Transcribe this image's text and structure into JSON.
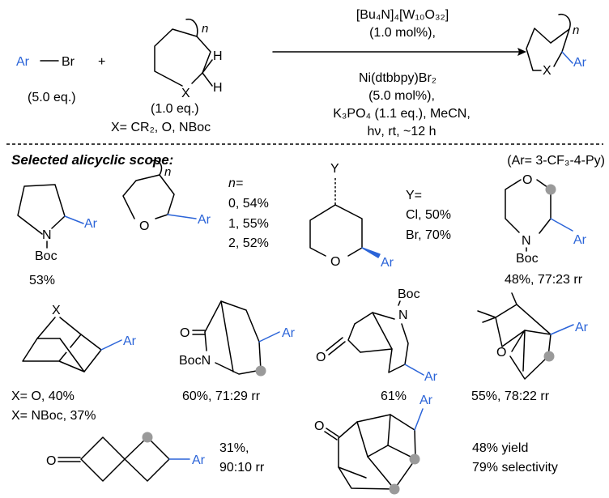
{
  "colors": {
    "ar_blue": "#2b64d8",
    "site_grey": "#9a9a9a",
    "bond": "#000000"
  },
  "header": {
    "reagent_ar": "Ar",
    "reagent_br": "Br",
    "plus": "+",
    "n_label": "n",
    "h1": "H",
    "h2": "H",
    "x_label": "X",
    "eq_arbr": "(5.0 eq.)",
    "eq_sub": "(1.0 eq.)",
    "x_def": "X= CR₂, O, NBoc",
    "catalyst1": "[Bu₄N]₄[W₁₀O₃₂]",
    "catalyst1_loading": "(1.0 mol%),",
    "catalyst2": "Ni(dtbbpy)Br₂",
    "catalyst2_loading": "(5.0 mol%),",
    "base_solvent": "K₃PO₄ (1.1 eq.), MeCN,",
    "conditions": "hν, rt, ~12 h",
    "product_x": "X",
    "product_n": "n",
    "product_ar": "Ar"
  },
  "scope": {
    "heading": "Selected alicyclic scope:",
    "ar_def": "(Ar= 3-CF₃-4-Py)",
    "pyrrolidine": {
      "n": "N",
      "boc": "Boc",
      "ar": "Ar",
      "yield": "53%"
    },
    "thf": {
      "o": "O",
      "n": "n",
      "ar": "Ar",
      "n_eq": "n=",
      "rows": [
        "0, 54%",
        "1, 55%",
        "2, 52%"
      ]
    },
    "pyran": {
      "y": "Y",
      "o": "O",
      "ar": "Ar",
      "y_eq": "Y=",
      "rows": [
        "Cl, 50%",
        "Br, 70%"
      ]
    },
    "morpholine": {
      "o": "O",
      "n": "N",
      "boc": "Boc",
      "ar": "Ar",
      "result": "48%, 77:23 rr"
    },
    "norbornane": {
      "x": "X",
      "ar": "Ar",
      "rows": [
        "X= O, 40%",
        "X= NBoc, 37%"
      ]
    },
    "lactam": {
      "o": "O",
      "bocn": "BocN",
      "ar": "Ar",
      "result": "60%, 71:29 rr"
    },
    "tropinone": {
      "boc": "Boc",
      "n": "N",
      "o": "O",
      "ar": "Ar",
      "result": "61%"
    },
    "cineole": {
      "o": "O",
      "ar": "Ar",
      "result": "55%, 78:22 rr"
    },
    "spiro": {
      "o": "O",
      "ar": "Ar",
      "rows": [
        "31%,",
        "90:10 rr"
      ]
    },
    "adamantanone": {
      "o": "O",
      "ar": "Ar",
      "rows": [
        "48% yield",
        "79% selectivity"
      ]
    }
  }
}
